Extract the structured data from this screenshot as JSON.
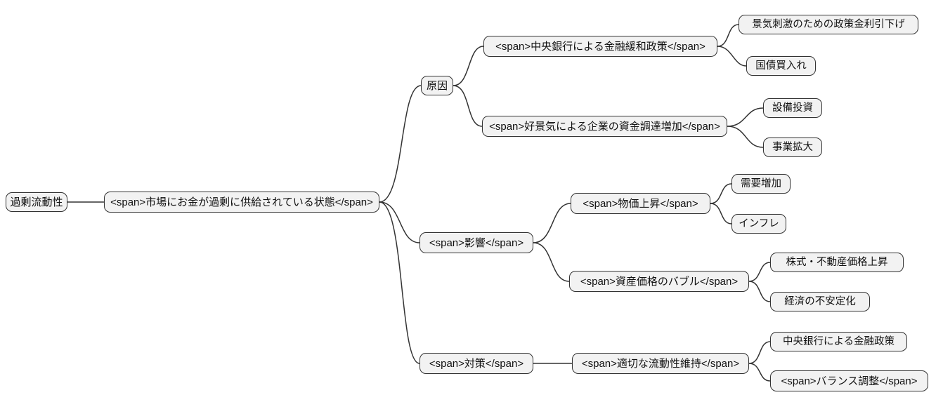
{
  "diagram": {
    "type": "mindmap",
    "title": "過剰流動性",
    "colors": {
      "node_fill": "#f2f2f2",
      "node_border": "#333333",
      "line": "#333333",
      "text": "#111111",
      "background": "#ffffff"
    },
    "nodes": [
      {
        "id": "root",
        "label": "過剰流動性"
      },
      {
        "id": "definition",
        "label": "<span>市場にお金が過剰に供給されている状態</span>"
      },
      {
        "id": "causes",
        "label": "原因"
      },
      {
        "id": "monetary-easing",
        "label": "<span>中央銀行による金融緩和政策</span>"
      },
      {
        "id": "policy-rate-cut",
        "label": "景気刺激のための政策金利引下げ"
      },
      {
        "id": "bond-purchase",
        "label": "国債買入れ"
      },
      {
        "id": "corporate-funding",
        "label": "<span>好景気による企業の資金調達増加</span>"
      },
      {
        "id": "capital-investment",
        "label": "設備投資"
      },
      {
        "id": "business-expansion",
        "label": "事業拡大"
      },
      {
        "id": "effects",
        "label": "<span>影響</span>"
      },
      {
        "id": "price-rise",
        "label": "<span>物価上昇</span>"
      },
      {
        "id": "demand-increase",
        "label": "需要増加"
      },
      {
        "id": "inflation",
        "label": "インフレ"
      },
      {
        "id": "asset-bubble",
        "label": "<span>資産価格のバブル</span>"
      },
      {
        "id": "stock-realestate-rise",
        "label": "株式・不動産価格上昇"
      },
      {
        "id": "economic-instability",
        "label": "経済の不安定化"
      },
      {
        "id": "measures",
        "label": "<span>対策</span>"
      },
      {
        "id": "liquidity-maintenance",
        "label": "<span>適切な流動性維持</span>"
      },
      {
        "id": "central-bank-policy",
        "label": "中央銀行による金融政策"
      },
      {
        "id": "balance-adjustment",
        "label": "<span>バランス調整</span>"
      }
    ],
    "edges": [
      {
        "from": "root",
        "to": "definition"
      },
      {
        "from": "definition",
        "to": "causes"
      },
      {
        "from": "definition",
        "to": "effects"
      },
      {
        "from": "definition",
        "to": "measures"
      },
      {
        "from": "causes",
        "to": "monetary-easing"
      },
      {
        "from": "causes",
        "to": "corporate-funding"
      },
      {
        "from": "monetary-easing",
        "to": "policy-rate-cut"
      },
      {
        "from": "monetary-easing",
        "to": "bond-purchase"
      },
      {
        "from": "corporate-funding",
        "to": "capital-investment"
      },
      {
        "from": "corporate-funding",
        "to": "business-expansion"
      },
      {
        "from": "effects",
        "to": "price-rise"
      },
      {
        "from": "effects",
        "to": "asset-bubble"
      },
      {
        "from": "price-rise",
        "to": "demand-increase"
      },
      {
        "from": "price-rise",
        "to": "inflation"
      },
      {
        "from": "asset-bubble",
        "to": "stock-realestate-rise"
      },
      {
        "from": "asset-bubble",
        "to": "economic-instability"
      },
      {
        "from": "measures",
        "to": "liquidity-maintenance"
      },
      {
        "from": "liquidity-maintenance",
        "to": "central-bank-policy"
      },
      {
        "from": "liquidity-maintenance",
        "to": "balance-adjustment"
      }
    ]
  }
}
